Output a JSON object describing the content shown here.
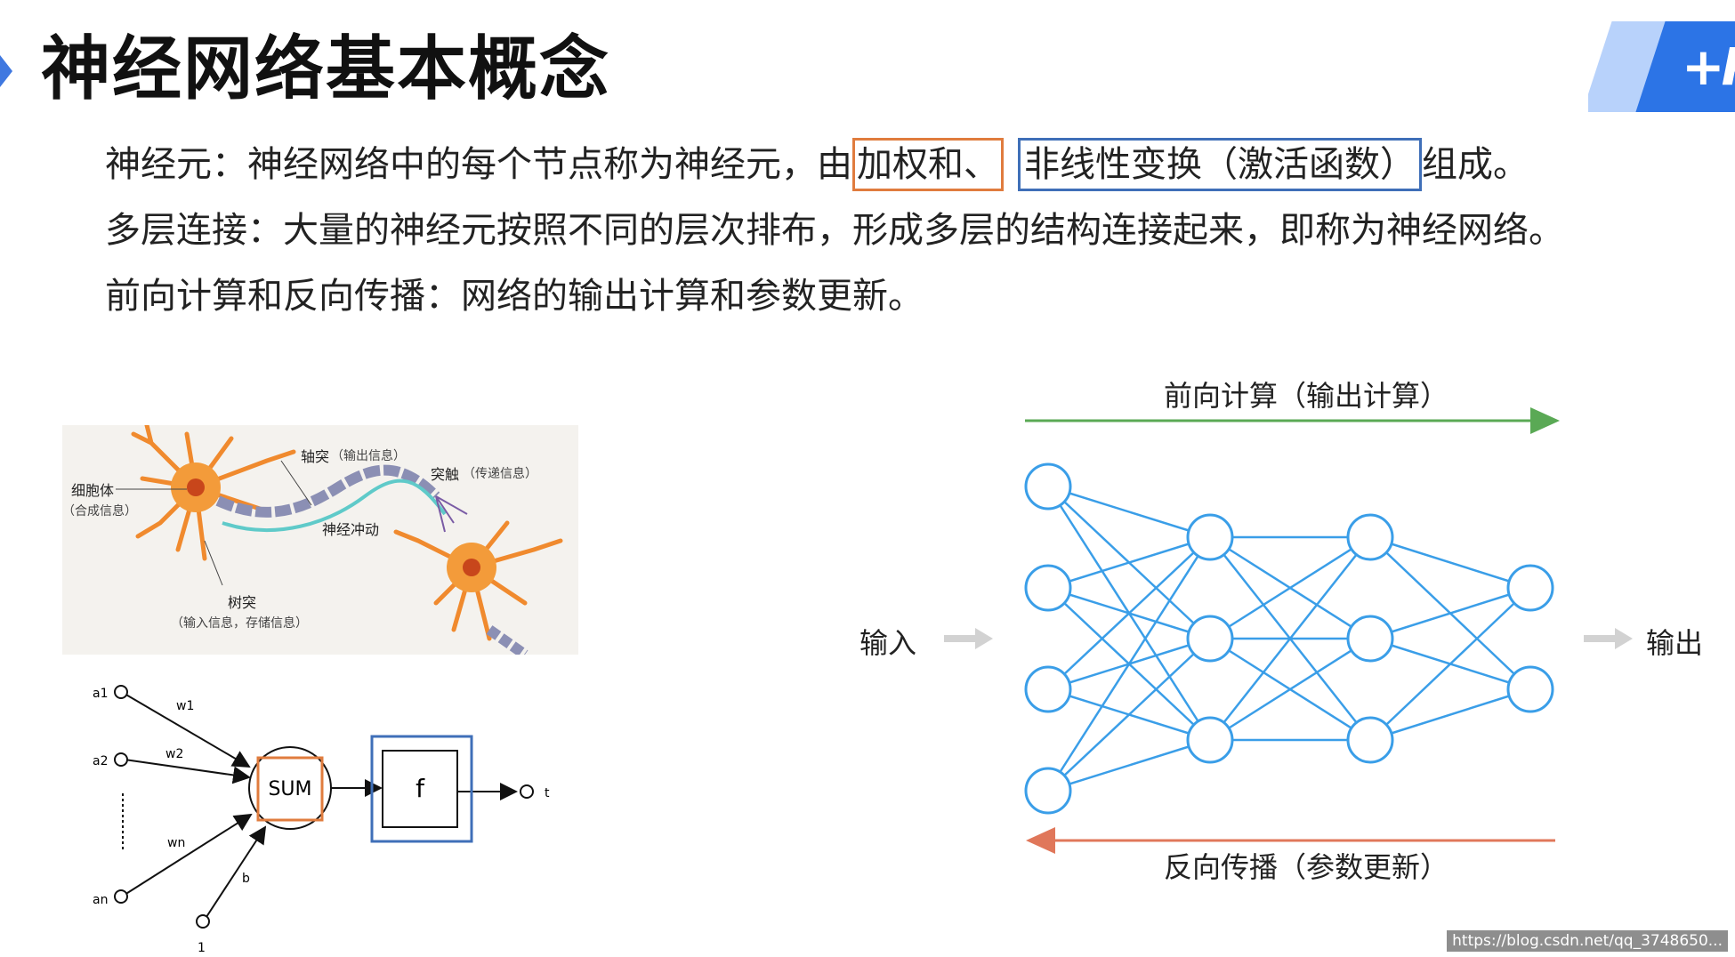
{
  "title": "神经网络基本概念",
  "bullets": {
    "line1_pre": "神经元：神经网络中的每个节点称为神经元，由",
    "line1_hl_orange": "加权和、",
    "line1_hl_blue": "非线性变换（激活函数）",
    "line1_post": "组成。",
    "line2": "多层连接：大量的神经元按照不同的层次排布，形成多层的结构连接起来，即称为神经网络。",
    "line3": "前向计算和反向传播：网络的输出计算和参数更新。"
  },
  "neuron_image": {
    "soma": "细胞体",
    "soma_sub": "（合成信息）",
    "axon": "轴突",
    "axon_sub": "（输出信息）",
    "synapse": "突触",
    "synapse_sub": "（传递信息）",
    "impulse": "神经冲动",
    "dendrite": "树突",
    "dendrite_sub": "（输入信息，存储信息）"
  },
  "perceptron": {
    "inputs": [
      "a1",
      "a2",
      "an",
      "1"
    ],
    "weights": [
      "w1",
      "w2",
      "wn",
      "b"
    ],
    "sum_label": "SUM",
    "func_label": "f",
    "output_label": "t"
  },
  "network": {
    "forward_label": "前向计算（输出计算）",
    "backward_label": "反向传播（参数更新）",
    "input_label": "输入",
    "output_label": "输出",
    "layers": [
      4,
      3,
      3,
      2
    ]
  },
  "colors": {
    "title_marker": "#3f78e0",
    "highlight_orange": "#e07c3e",
    "highlight_blue": "#3f6fb8",
    "network_blue": "#3a9ee8",
    "forward_green": "#5aa955",
    "backward_orange": "#e0775a",
    "neuron_orange": "#f08a2e"
  },
  "watermark": "https://blog.csdn.net/qq_3748650..."
}
